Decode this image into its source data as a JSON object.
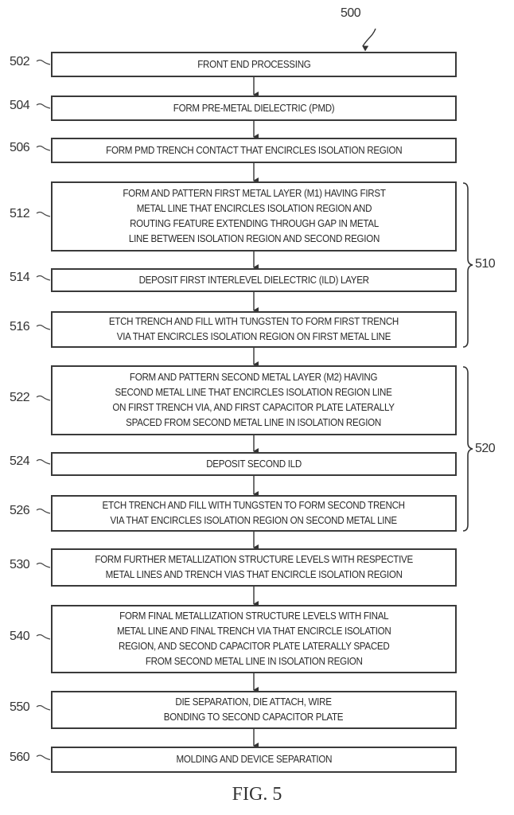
{
  "diagram": {
    "id": "500",
    "figure_label": "FIG. 5",
    "steps": [
      {
        "ref": "502",
        "text": "FRONT END PROCESSING"
      },
      {
        "ref": "504",
        "text": "FORM PRE-METAL DIELECTRIC (PMD)"
      },
      {
        "ref": "506",
        "text": "FORM PMD TRENCH CONTACT THAT ENCIRCLES ISOLATION REGION"
      },
      {
        "ref": "512",
        "text": "FORM AND PATTERN FIRST METAL LAYER (M1) HAVING FIRST\nMETAL LINE THAT ENCIRCLES ISOLATION REGION AND\nROUTING FEATURE EXTENDING THROUGH GAP IN METAL\nLINE BETWEEN ISOLATION REGION AND SECOND REGION"
      },
      {
        "ref": "514",
        "text": "DEPOSIT FIRST INTERLEVEL DIELECTRIC (ILD) LAYER"
      },
      {
        "ref": "516",
        "text": "ETCH TRENCH AND FILL WITH TUNGSTEN TO FORM FIRST TRENCH\nVIA THAT ENCIRCLES ISOLATION REGION ON FIRST METAL LINE"
      },
      {
        "ref": "522",
        "text": "FORM AND PATTERN SECOND METAL LAYER (M2) HAVING\nSECOND METAL LINE THAT ENCIRCLES ISOLATION REGION LINE\nON FIRST TRENCH VIA, AND FIRST CAPACITOR PLATE LATERALLY\nSPACED FROM SECOND METAL LINE IN ISOLATION REGION"
      },
      {
        "ref": "524",
        "text": "DEPOSIT SECOND ILD"
      },
      {
        "ref": "526",
        "text": "ETCH TRENCH AND FILL WITH TUNGSTEN TO FORM SECOND TRENCH\nVIA THAT ENCIRCLES ISOLATION REGION ON SECOND METAL LINE"
      },
      {
        "ref": "530",
        "text": "FORM FURTHER METALLIZATION STRUCTURE LEVELS WITH RESPECTIVE\nMETAL LINES AND TRENCH VIAS THAT ENCIRCLE ISOLATION REGION"
      },
      {
        "ref": "540",
        "text": "FORM FINAL METALLIZATION STRUCTURE LEVELS WITH FINAL\nMETAL LINE AND FINAL TRENCH VIA THAT ENCIRCLE ISOLATION\nREGION, AND SECOND CAPACITOR PLATE LATERALLY SPACED\nFROM SECOND METAL LINE IN ISOLATION REGION"
      },
      {
        "ref": "550",
        "text": "DIE SEPARATION, DIE ATTACH, WIRE\nBONDING TO SECOND CAPACITOR PLATE"
      },
      {
        "ref": "560",
        "text": "MOLDING AND DEVICE SEPARATION"
      }
    ],
    "groups": [
      {
        "ref": "510",
        "steps": [
          "512",
          "514",
          "516"
        ]
      },
      {
        "ref": "520",
        "steps": [
          "522",
          "524",
          "526"
        ]
      }
    ]
  }
}
